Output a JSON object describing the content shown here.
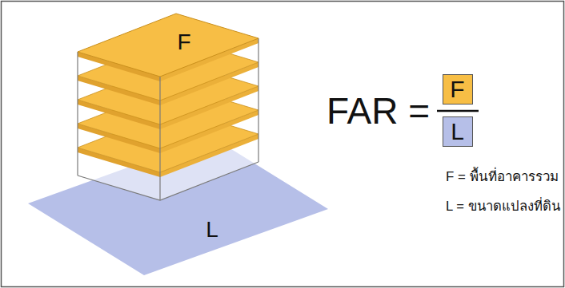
{
  "diagram": {
    "nodes": [
      {
        "text": [
          "L"
        ]
      },
      {
        "text": [
          "F"
        ]
      },
      {
        "text": [
          "F"
        ]
      },
      {
        "text": [
          "L"
        ]
      }
    ],
    "labels": [
      "FAR =",
      "F = พื้นที่อาคารรวม",
      "L = ขนาดแปลงที่ดิน"
    ]
  }
}
